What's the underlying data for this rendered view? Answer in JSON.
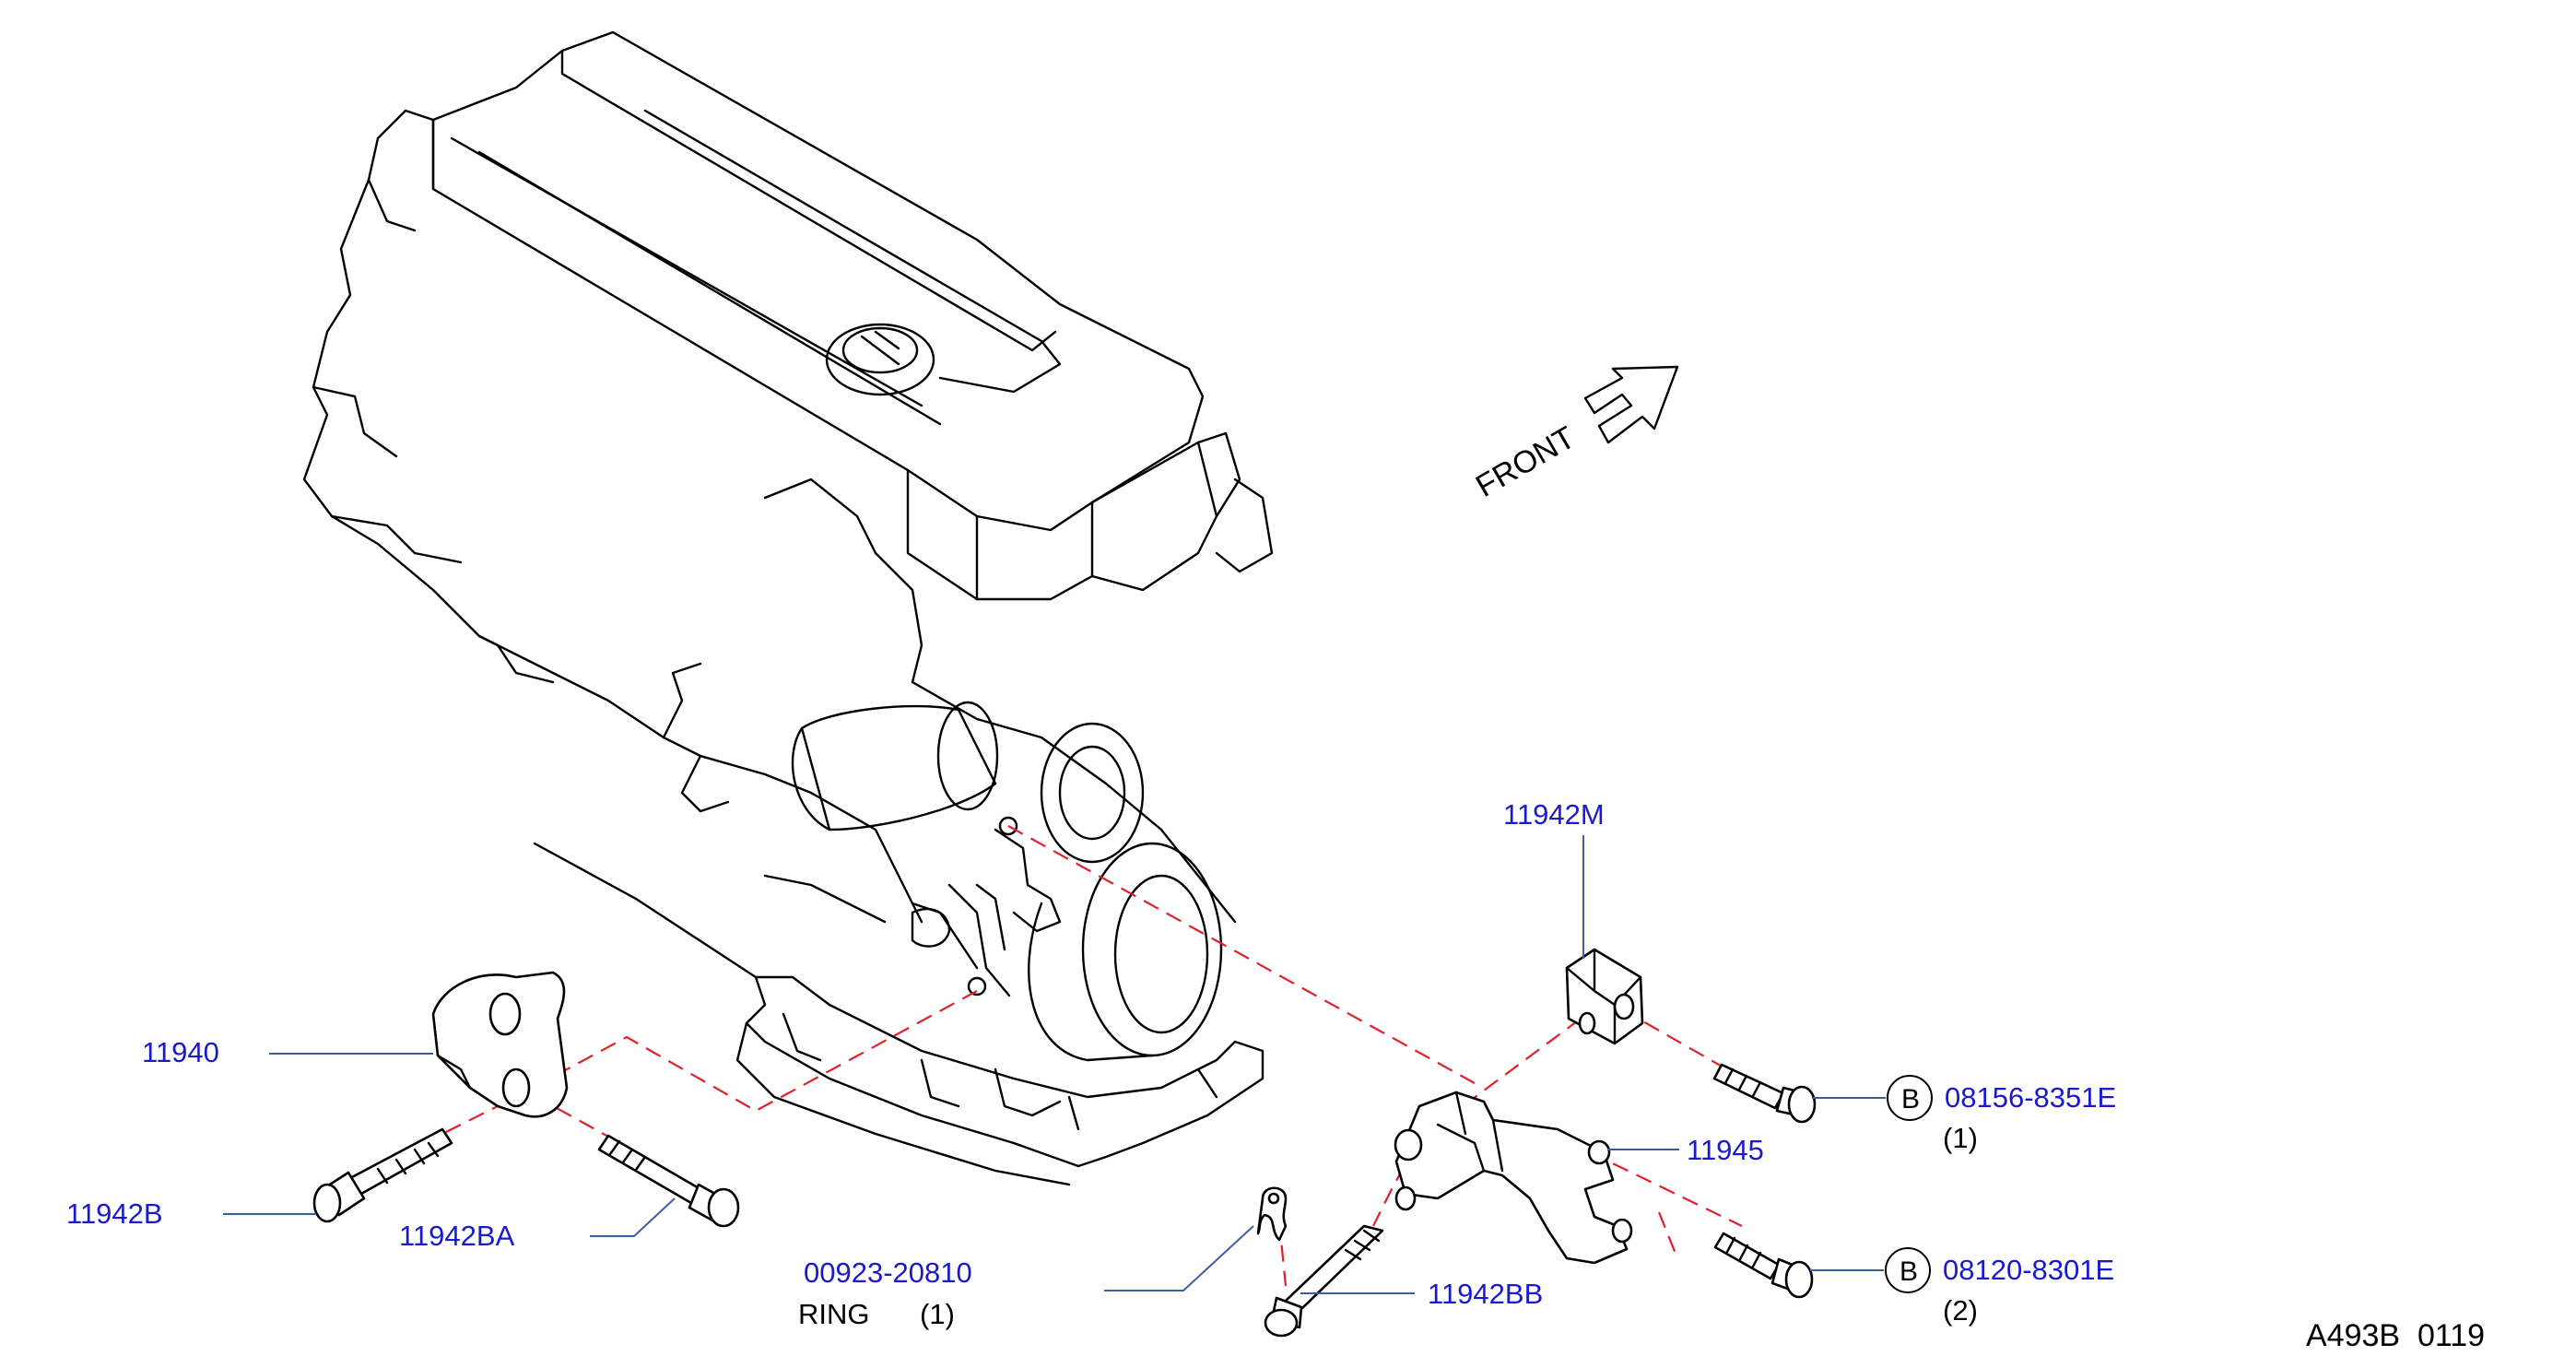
{
  "diagram": {
    "reference_code": "A493B  0119",
    "front_indicator": "FRONT",
    "callouts": [
      {
        "id": "c-11940",
        "part_number": "11940"
      },
      {
        "id": "c-11942b",
        "part_number": "11942B"
      },
      {
        "id": "c-11942ba",
        "part_number": "11942BA"
      },
      {
        "id": "c-00923",
        "part_number": "00923-20810",
        "description": "RING",
        "quantity": "(1)"
      },
      {
        "id": "c-11942bb",
        "part_number": "11942BB"
      },
      {
        "id": "c-11942m",
        "part_number": "11942M"
      },
      {
        "id": "c-11945",
        "part_number": "11945"
      },
      {
        "id": "c-08156",
        "part_number": "08156-8351E",
        "marker": "B",
        "quantity": "(1)"
      },
      {
        "id": "c-08120",
        "part_number": "08120-8301E",
        "marker": "B",
        "quantity": "(2)"
      }
    ],
    "colors": {
      "part_number_text": "#1a1acc",
      "leader_line": "#3a5fa0",
      "assembly_dash": "#e0202a",
      "line_art": "#000000"
    }
  }
}
